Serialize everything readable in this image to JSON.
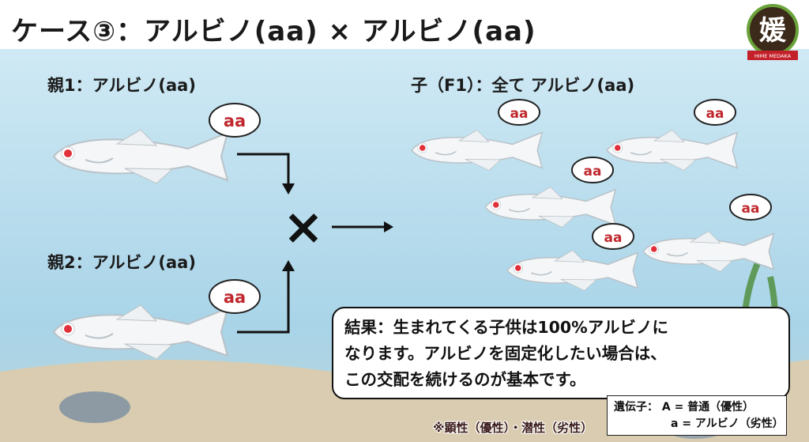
{
  "title": "ケース③：アルビノ(aa) × アルビノ(aa)",
  "logo": {
    "text": "媛",
    "banner": "HIME MEDAKA"
  },
  "parent1": {
    "label": "親1：アルビノ(aa)",
    "genotype": "aa"
  },
  "parent2": {
    "label": "親2：アルビノ(aa)",
    "genotype": "aa"
  },
  "cross_symbol": "×",
  "offspring": {
    "label": "子（F1）：全て アルビノ(aa)",
    "genotypes": [
      "aa",
      "aa",
      "aa",
      "aa",
      "aa"
    ]
  },
  "result": {
    "lines": [
      "結果：生まれてくる子供は100%アルビノに",
      "なります。アルビノを固定化したい場合は、",
      "この交配を続けるのが基本です。"
    ]
  },
  "legend": {
    "line1": "遺伝子： A = 普通（優性）",
    "line2": "a = アルビノ（劣性）"
  },
  "footnote": "※顕性（優性）・潜性（劣性）",
  "colors": {
    "water": "#bfe0ef",
    "sand": "#d9ccb0",
    "eye": "#e0303a",
    "genotype_text": "#c0282d"
  }
}
